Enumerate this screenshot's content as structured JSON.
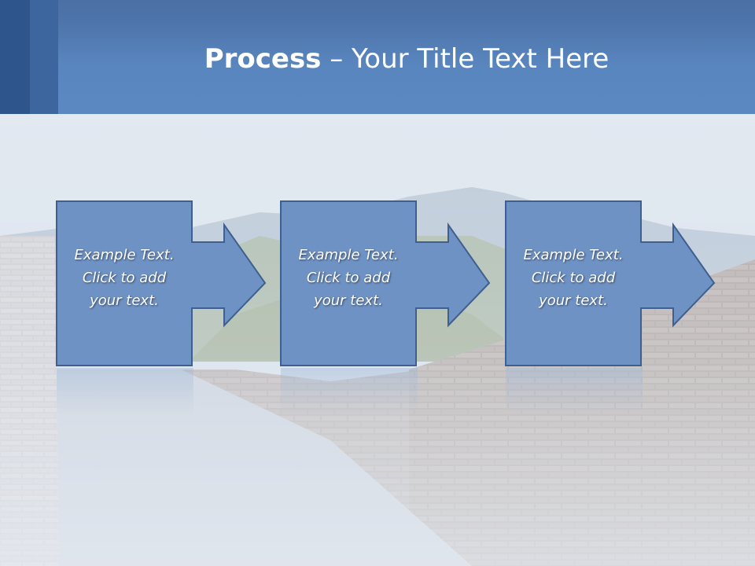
{
  "slide": {
    "title_bold": "Process",
    "title_rest": " – Your Title Text Here"
  },
  "steps": [
    {
      "line1": "Example Text.",
      "line2": "Click  to add",
      "line3": "your text."
    },
    {
      "line1": "Example Text.",
      "line2": "Click  to add",
      "line3": "your text."
    },
    {
      "line1": "Example Text.",
      "line2": "Click  to add",
      "line3": "your text."
    }
  ],
  "colors": {
    "header": "#5b88c1",
    "stripe_dark": "#2f568c",
    "stripe_mid": "#3d669f",
    "box_fill": "#6f92c4",
    "box_stroke": "#3e5f8f",
    "text": "#ffffff"
  }
}
